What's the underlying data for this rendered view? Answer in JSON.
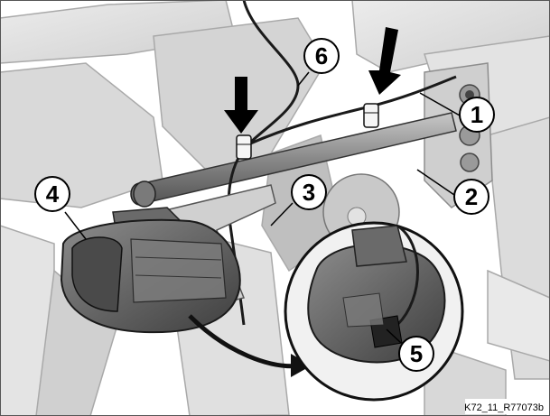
{
  "figure": {
    "reference_code": "K72_11_R77073b",
    "colors": {
      "background": "#ffffff",
      "frame": "#dedede",
      "frame_shadow": "#b9b9b9",
      "part_dark": "#5e5e5e",
      "part_mid": "#8a8a8a",
      "line": "#1a1a1a",
      "accent": "#000000"
    },
    "callouts": [
      {
        "id": "1",
        "label": "1"
      },
      {
        "id": "2",
        "label": "2"
      },
      {
        "id": "3",
        "label": "3"
      },
      {
        "id": "4",
        "label": "4"
      },
      {
        "id": "5",
        "label": "5"
      },
      {
        "id": "6",
        "label": "6"
      }
    ],
    "arrows": [
      {
        "id": "arrow-left",
        "icon": "down-arrow-icon"
      },
      {
        "id": "arrow-right",
        "icon": "down-arrow-icon"
      }
    ]
  }
}
